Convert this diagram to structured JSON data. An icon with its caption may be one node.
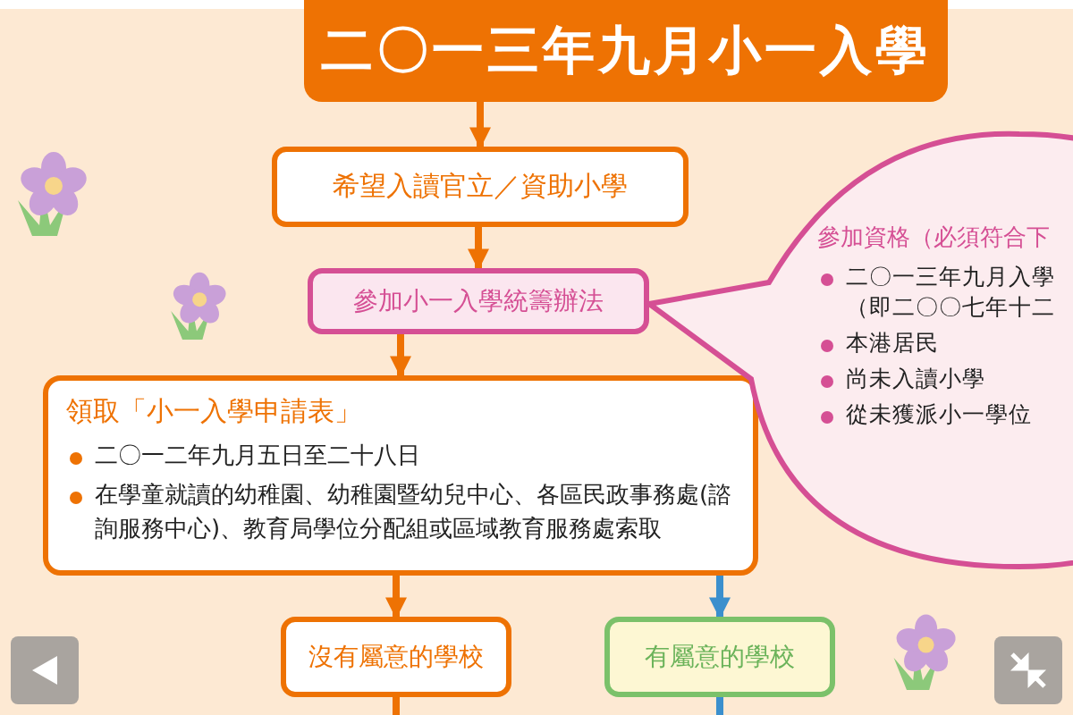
{
  "diagram": {
    "nodes": [
      {
        "text": [
          "二〇一三年九月小一入學"
        ]
      },
      {
        "text": [
          "希望入讀官立／資助小學"
        ]
      },
      {
        "text": [
          "參加小一入學統籌辦法"
        ]
      },
      {
        "text": [
          "參加資格（必須符合下",
          "二〇一三年九月入學（即二〇〇七年十二",
          "本港居民",
          "尚未入讀小學",
          "從未獲派小一學位"
        ]
      },
      {
        "text": [
          "領取「小一入學申請表」",
          "二〇一二年九月五日至二十八日",
          "在學童就讀的幼稚園、幼稚園暨幼兒中心、各區民政事務處(諮詢服務中心)、教育局學位分配組或區域教育服務處索取"
        ]
      },
      {
        "text": [
          "沒有屬意的學校"
        ]
      },
      {
        "text": [
          "有屬意的學校"
        ]
      }
    ],
    "edges": [
      {
        "from": 0,
        "to": 1,
        "arrow": "to"
      },
      {
        "from": 1,
        "to": 2,
        "arrow": "to"
      },
      {
        "from": 2,
        "to": 4,
        "arrow": "to"
      },
      {
        "from": 4,
        "to": 5,
        "arrow": "to"
      },
      {
        "from": 4,
        "to": 6,
        "arrow": "to",
        "color": "#3b8fcd"
      },
      {
        "from": 5,
        "to": null,
        "arrow": "none"
      },
      {
        "from": 6,
        "to": null,
        "arrow": "none",
        "color": "#3b8fcd"
      }
    ]
  }
}
